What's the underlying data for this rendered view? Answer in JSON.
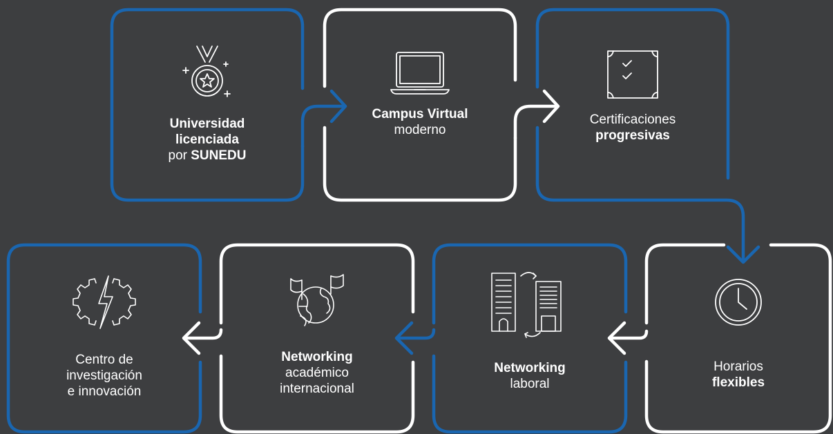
{
  "colors": {
    "background": "#3d3e40",
    "blue": "#1a66b0",
    "white": "#ffffff"
  },
  "cards": [
    {
      "id": "sunedu",
      "icon": "medal-icon",
      "line1": "Universidad",
      "line2": "licenciada",
      "line3_plain": "por ",
      "line3_bold": "SUNEDU",
      "border": "blue"
    },
    {
      "id": "campus",
      "icon": "laptop-icon",
      "bold": "Campus Virtual",
      "plain": "moderno",
      "border": "white"
    },
    {
      "id": "cert",
      "icon": "certificate-icon",
      "plain": "Certificaciones",
      "bold": "progresivas",
      "border": "blue"
    },
    {
      "id": "horarios",
      "icon": "clock-icon",
      "plain": "Horarios",
      "bold": "flexibles",
      "border": "white"
    },
    {
      "id": "laboral",
      "icon": "buildings-icon",
      "bold": "Networking",
      "plain": "laboral",
      "border": "blue"
    },
    {
      "id": "academico",
      "icon": "globe-flags-icon",
      "bold": "Networking",
      "line2": "académico",
      "line3": "internacional",
      "border": "white"
    },
    {
      "id": "centro",
      "icon": "gear-lightning-icon",
      "line1": "Centro de",
      "line2": "investigación",
      "line3": "e innovación",
      "border": "blue"
    }
  ]
}
